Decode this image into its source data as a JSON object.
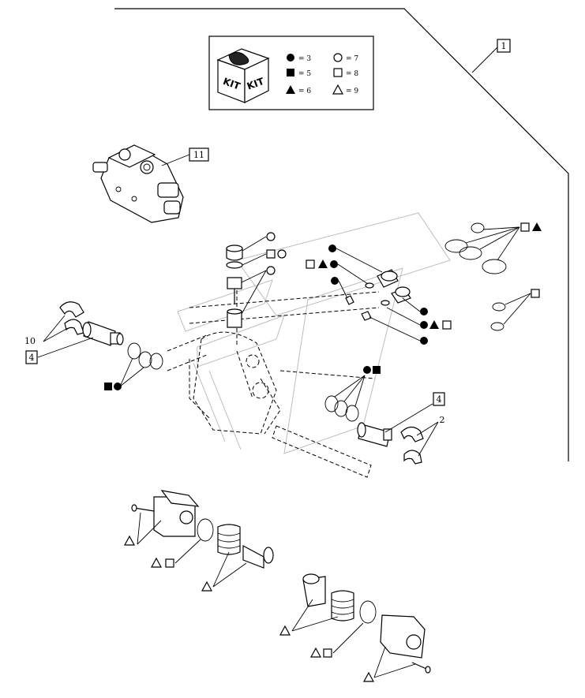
{
  "legend": {
    "kit_top": "KIT",
    "kit_bottom": "KIT",
    "items": [
      {
        "symbol": "filled-circle",
        "value": "= 3"
      },
      {
        "symbol": "open-circle",
        "value": "= 7"
      },
      {
        "symbol": "filled-square",
        "value": "= 5"
      },
      {
        "symbol": "open-square",
        "value": "= 8"
      },
      {
        "symbol": "filled-triangle",
        "value": "= 6"
      },
      {
        "symbol": "open-triangle",
        "value": "= 9"
      }
    ]
  },
  "callouts": {
    "assembly": "1",
    "valve_body": "11",
    "connector_left": "4",
    "connector_right": "4",
    "bracket_left": "10",
    "bracket_right": "2"
  }
}
